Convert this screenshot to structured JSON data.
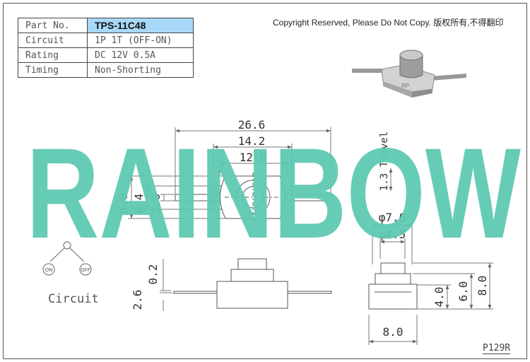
{
  "spec_table": {
    "rows": [
      {
        "label": "Part No.",
        "value": "TPS-11C48"
      },
      {
        "label": "Circuit",
        "value": "1P 1T (OFF-ON)"
      },
      {
        "label": "Rating",
        "value": "DC 12V 0.5A"
      },
      {
        "label": "Timing",
        "value": "Non-Shorting"
      }
    ]
  },
  "copyright": "Copyright Reserved, Please Do Not Copy. 版权所有,不得翻印",
  "watermark": "RAINBOW",
  "dimensions": {
    "top_view": {
      "overall_length": "26.6",
      "body_length": "14.2",
      "inner_length": "12.0",
      "height": "8.0",
      "inner_height": "6.4",
      "terminal_width": "2.0"
    },
    "front_view": {
      "top_offset": "0.2",
      "terminal_thickness": "2.6"
    },
    "side_view": {
      "travel": "1.3 Travel",
      "outer_diameter": "φ7.0",
      "inner_diameter": "φ4.5",
      "total_height": "8.0",
      "mid_height": "6.0",
      "base_height": "4.0",
      "width": "8.0"
    }
  },
  "circuit": {
    "label": "Circuit",
    "on": "ON",
    "off": "OFF"
  },
  "product_image_mark": "RP",
  "page_code": "P129R",
  "colors": {
    "watermark": "#5ec9b2",
    "line": "#555555",
    "dimension": "#777777",
    "header_fill": "#a8d8f8"
  }
}
